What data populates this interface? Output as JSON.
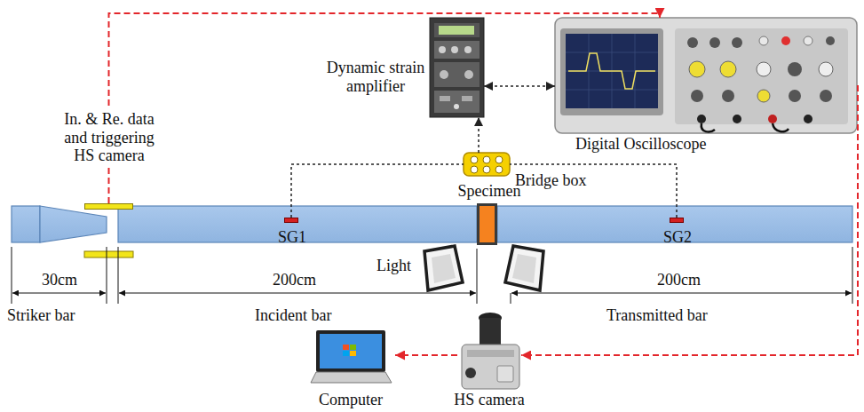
{
  "diagram": {
    "nodes": [
      {
        "text": [
          "In. & Re. data and triggering HS camera"
        ]
      },
      {
        "text": [
          "Dynamic strain amplifier"
        ]
      },
      {
        "text": [
          "Digital Oscilloscope"
        ]
      },
      {
        "text": [
          "Bridge box"
        ]
      },
      {
        "text": [
          "Specimen"
        ]
      },
      {
        "text": [
          "SG1"
        ]
      },
      {
        "text": [
          "SG2"
        ]
      },
      {
        "text": [
          "Computer"
        ]
      },
      {
        "text": [
          "HS camera"
        ]
      }
    ],
    "edges": [
      {
        "from": 0,
        "to": 2,
        "arrow": "to"
      },
      {
        "from": 3,
        "to": 1,
        "arrow": "to"
      },
      {
        "from": 1,
        "to": 2,
        "arrow": "both"
      },
      {
        "from": 5,
        "to": 3,
        "arrow": "none"
      },
      {
        "from": 6,
        "to": 3,
        "arrow": "none"
      },
      {
        "from": 2,
        "to": 8,
        "arrow": "to"
      },
      {
        "from": 8,
        "to": 7,
        "arrow": "to"
      }
    ],
    "labels": [
      "Light",
      "30cm",
      "200cm",
      "200cm",
      "Striker bar",
      "Incident bar",
      "Transmitted bar"
    ]
  }
}
